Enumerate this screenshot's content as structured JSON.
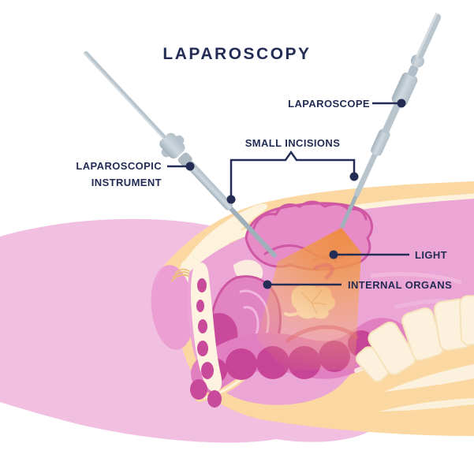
{
  "title": "LAPAROSCOPY",
  "labels": {
    "laparoscope": "LAPAROSCOPE",
    "small_incisions": "SMALL INCISIONS",
    "laparoscopic_instrument": "LAPAROSCOPIC INSTRUMENT",
    "light": "LIGHT",
    "internal_organs": "INTERNAL ORGANS"
  },
  "colors": {
    "label_navy": "#232c55",
    "skin_cream": "#fbd7a1",
    "leg_pink": "#f1bfe0",
    "cavity_pink": "#eca6d6",
    "organ_pink": "#e283c2",
    "organ_outline_pink": "#cf57a4",
    "organ_dark_magenta": "#c74496",
    "bone_cream": "#fbf1dc",
    "fascia_white": "#fdf2dc",
    "instrument_gray": "#bcc8d0",
    "light_orange": "#ef8a3c"
  }
}
